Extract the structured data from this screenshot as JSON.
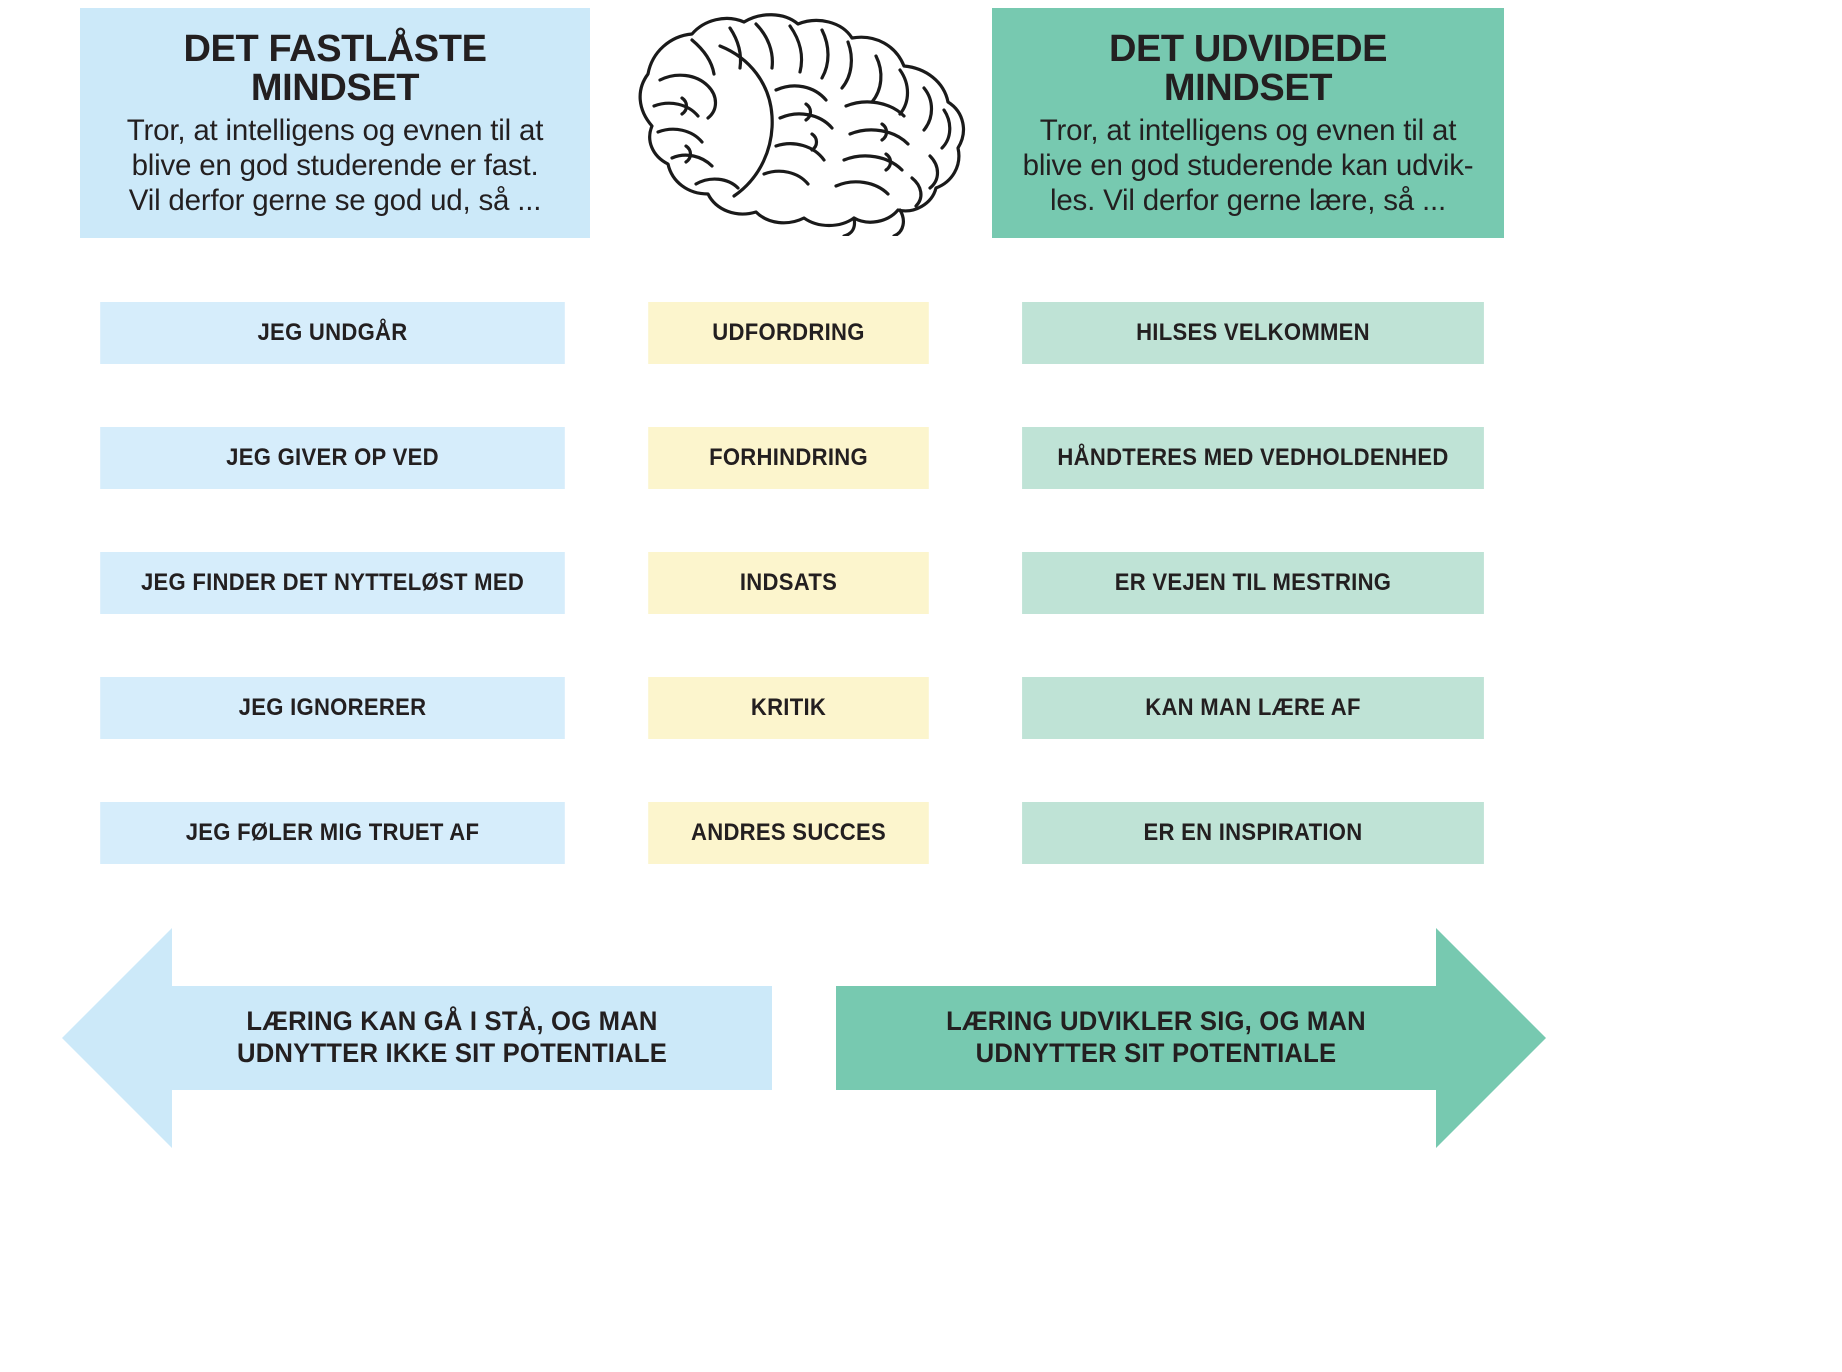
{
  "headers": {
    "fixed": {
      "title_line1": "DET FASTLÅSTE",
      "title_line2": "MINDSET",
      "sub_line1": "Tror, at intelligens og evnen til at",
      "sub_line2": "blive en god studerende er fast.",
      "sub_line3": "Vil derfor gerne se god ud, så  ...",
      "color": "#cce9f9"
    },
    "growth": {
      "title_line1": "DET UDVIDEDE",
      "title_line2": "MINDSET",
      "sub_line1": "Tror, at intelligens og evnen til at",
      "sub_line2": "blive en god studerende kan udvik-",
      "sub_line3": "les. Vil derfor gerne lære, så ...",
      "color": "#77c9b0"
    }
  },
  "center_icon": "brain-illustration",
  "rows": [
    {
      "left": "JEG UNDGÅR",
      "middle": "UDFORDRING",
      "right": "HILSES VELKOMMEN"
    },
    {
      "left": "JEG GIVER OP VED",
      "middle": "FORHINDRING",
      "right": "HÅNDTERES MED VEDHOLDENHED"
    },
    {
      "left": "JEG FINDER DET NYTTELØST MED",
      "middle": "INDSATS",
      "right": "ER VEJEN TIL MESTRING"
    },
    {
      "left": "JEG IGNORERER",
      "middle": "KRITIK",
      "right": "KAN MAN LÆRE AF"
    },
    {
      "left": "JEG FØLER MIG TRUET AF",
      "middle": "ANDRES SUCCES",
      "right": "ER EN INSPIRATION"
    }
  ],
  "row_colors": {
    "left": "#d6edfb",
    "middle": "#fcf5cd",
    "right": "#bfe3d6"
  },
  "arrows": {
    "left": {
      "line1": "LÆRING KAN GÅ I STÅ, OG MAN",
      "line2": "UDNYTTER IKKE SIT POTENTIALE",
      "direction": "left",
      "color": "#cce9f9"
    },
    "right": {
      "line1": "LÆRING UDVIKLER SIG, OG MAN",
      "line2": "UDNYTTER SIT POTENTIALE",
      "direction": "right",
      "color": "#77c9b0"
    }
  }
}
